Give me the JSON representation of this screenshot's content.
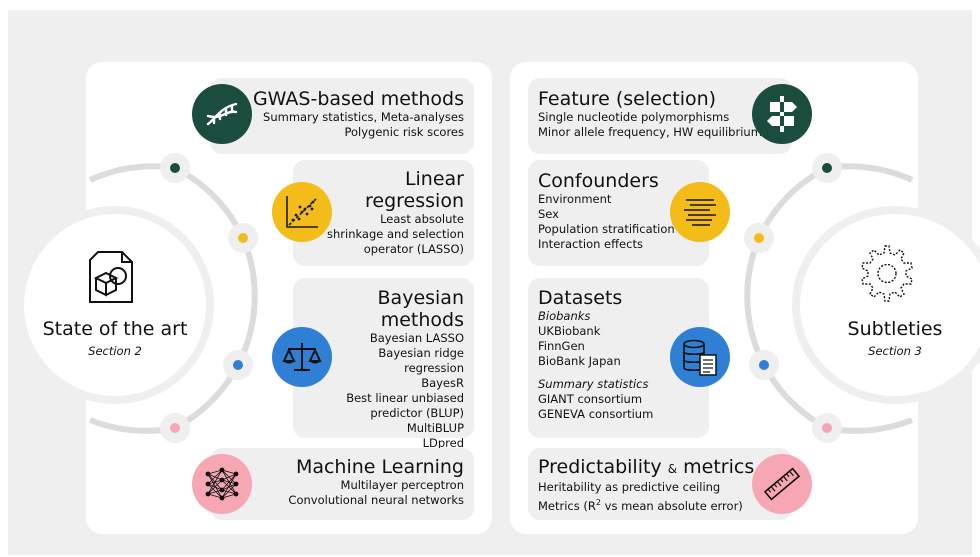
{
  "colors": {
    "green": "#1a4d3e",
    "yellow": "#f4bc18",
    "blue": "#2f7fd5",
    "pink": "#f6a7b3",
    "background": "#efefef"
  },
  "left_hub": {
    "label": "State of the art",
    "section": "Section 2",
    "icon": "document-cube-icon"
  },
  "right_hub": {
    "label": "Subtleties",
    "section": "Section 3",
    "icon": "gear-icon"
  },
  "left_cards": [
    {
      "title": "GWAS-based methods",
      "items": [
        "Summary statistics, Meta-analyses",
        "Polygenic risk scores"
      ],
      "icon": "dna-icon",
      "color": "green"
    },
    {
      "title": "Linear\nregression",
      "items": [
        "Least absolute",
        "shrinkage and selection",
        "operator (LASSO)"
      ],
      "icon": "scatter-plot-icon",
      "color": "yellow"
    },
    {
      "title": "Bayesian methods",
      "items": [
        "Bayesian LASSO",
        "Bayesian ridge",
        "regression",
        "BayesR",
        "Best linear unbiased",
        "predictor (BLUP)",
        "MultiBLUP",
        "LDpred"
      ],
      "icon": "scales-icon",
      "color": "blue"
    },
    {
      "title": "Machine Learning",
      "items": [
        "Multilayer perceptron",
        "Convolutional neural networks"
      ],
      "icon": "neural-network-icon",
      "color": "pink"
    }
  ],
  "right_cards": [
    {
      "title": "Feature (selection)",
      "items": [
        "Single nucleotide polymorphisms",
        "Minor allele frequency, HW equilibrium"
      ],
      "icon": "signpost-icon",
      "color": "green"
    },
    {
      "title": "Confounders",
      "items": [
        "Environment",
        "Sex",
        "Population stratification",
        "Interaction effects"
      ],
      "icon": "text-lines-icon",
      "color": "yellow"
    },
    {
      "title": "Datasets",
      "groups": [
        {
          "heading": "Biobanks",
          "items": [
            "UKBiobank",
            "FinnGen",
            "BioBank Japan"
          ]
        },
        {
          "heading": "Summary statistics",
          "items": [
            "GIANT consortium",
            "GENEVA consortium"
          ]
        }
      ],
      "icon": "database-document-icon",
      "color": "blue"
    },
    {
      "title_main": "Predictability",
      "title_amp": "&",
      "title_end": "metrics",
      "items": [
        "Heritability as predictive ceiling"
      ],
      "metrics_prefix": "Metrics (R",
      "metrics_sup": "2",
      "metrics_suffix": " vs mean absolute error)",
      "icon": "ruler-icon",
      "color": "pink"
    }
  ]
}
